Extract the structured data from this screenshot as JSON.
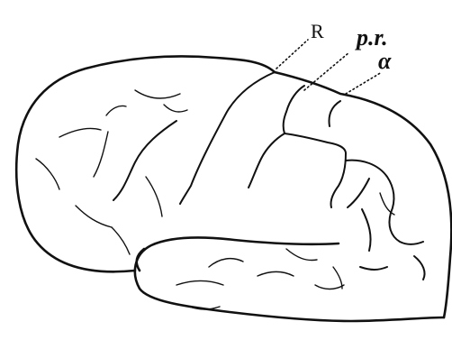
{
  "figure": {
    "labels": {
      "R": "R",
      "pr": "p.r.",
      "alpha": "α"
    }
  }
}
